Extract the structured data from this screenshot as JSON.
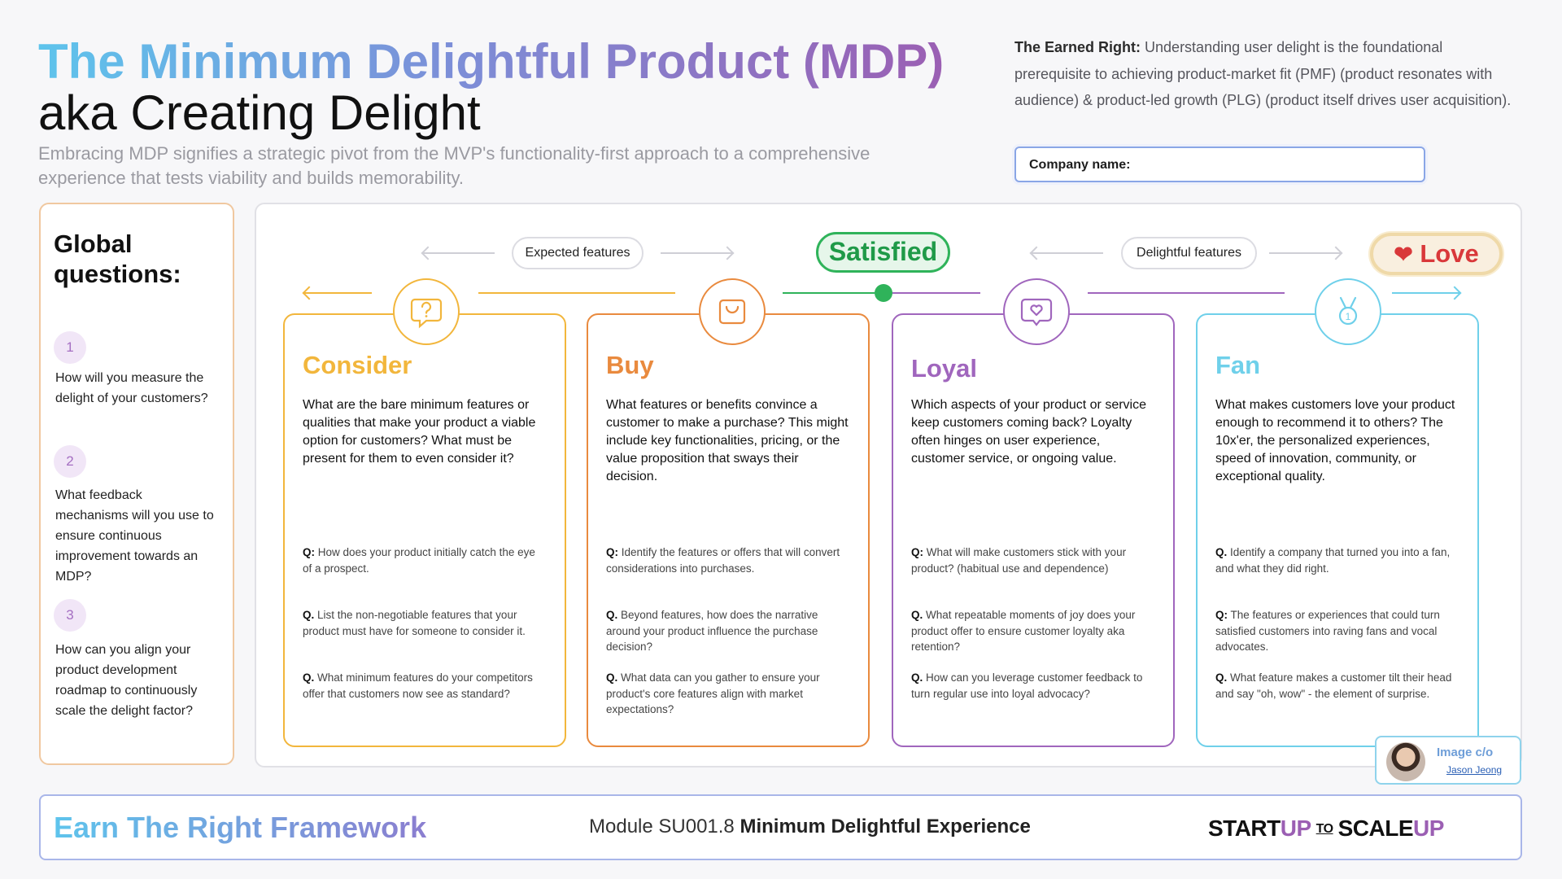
{
  "header": {
    "title": "The Minimum Delightful Product (MDP)",
    "subtitle": "aka Creating Delight",
    "intro": "Embracing MDP signifies a strategic pivot from the MVP's functionality-first approach to a comprehensive experience that tests viability and builds memorability."
  },
  "earned_right": {
    "label": "The Earned Right:",
    "text": "Understanding user delight is the foundational prerequisite to achieving product-market fit (PMF) (product resonates with audience) & product-led growth (PLG) (product itself drives user acquisition)."
  },
  "company_field": {
    "label": "Company name:"
  },
  "global": {
    "heading": "Global questions:",
    "questions": [
      {
        "num": "1",
        "text": "How will you measure the delight of your customers?"
      },
      {
        "num": "2",
        "text": "What feedback mechanisms will you use to ensure continuous improvement towards an MDP?"
      },
      {
        "num": "3",
        "text": "How can you align your product development roadmap to continuously scale the delight factor?"
      }
    ]
  },
  "flow": {
    "expected": "Expected features",
    "satisfied": "Satisfied",
    "delightful": "Delightful features",
    "love": "Love",
    "love_icon": "heart-icon"
  },
  "colors": {
    "consider": "#f2b63c",
    "buy": "#e98a3e",
    "loyal": "#a066bd",
    "fan": "#6fd0ea",
    "satisfied": "#2fb35a"
  },
  "stages": [
    {
      "title": "Consider",
      "icon": "question-bubble-icon",
      "desc": "What are the bare minimum features or qualities that make your product a viable option for customers? What must be present for them to even consider it?",
      "questions": [
        {
          "prefix": "Q:",
          "text": "How does your product initially catch the eye of a prospect."
        },
        {
          "prefix": "Q.",
          "text": "List the non-negotiable features that your product must have for someone to consider it."
        },
        {
          "prefix": "Q.",
          "text": "What minimum features do your competitors offer that customers now see as standard?"
        }
      ]
    },
    {
      "title": "Buy",
      "icon": "shopping-bag-icon",
      "desc": "What features or benefits convince a customer to make a purchase? This might include key functionalities, pricing, or the value proposition that sways their decision.",
      "questions": [
        {
          "prefix": "Q:",
          "text": "Identify the features or offers that will convert considerations into purchases."
        },
        {
          "prefix": "Q.",
          "text": "Beyond features, how does the narrative around your product influence the purchase decision?"
        },
        {
          "prefix": "Q.",
          "text": "What data can you gather to ensure your product's core features align with market expectations?"
        }
      ]
    },
    {
      "title": "Loyal",
      "icon": "heart-bubble-icon",
      "desc": "Which aspects of your product or service keep customers coming back? Loyalty often hinges on user experience, customer service, or ongoing value.",
      "questions": [
        {
          "prefix": "Q:",
          "text": "What will make customers stick with your product? (habitual use and dependence)"
        },
        {
          "prefix": "Q.",
          "text": "What repeatable moments of joy does your product offer to ensure customer loyalty aka retention?"
        },
        {
          "prefix": "Q.",
          "text": "How can you leverage customer feedback to turn regular use into loyal advocacy?"
        }
      ]
    },
    {
      "title": "Fan",
      "icon": "medal-icon",
      "desc": "What makes customers love your product enough to recommend it to others? The 10x'er, the personalized experiences, speed of innovation, community, or exceptional quality.",
      "questions": [
        {
          "prefix": "Q.",
          "text": "Identify a company that turned you into a fan, and what they did right."
        },
        {
          "prefix": "Q:",
          "text": "The features or experiences that could turn satisfied customers into raving fans and vocal advocates."
        },
        {
          "prefix": "Q.",
          "text": "What feature makes a customer tilt their head and say \"oh, wow\" - the element of surprise."
        }
      ]
    }
  ],
  "credit": {
    "label": "Image c/o",
    "name": "Jason Jeong"
  },
  "footer": {
    "title": "Earn The Right Framework",
    "module_code": "Module SU001.8",
    "module_name": "Minimum Delightful Experience",
    "brand_start": "START",
    "brand_up": "UP",
    "brand_to": "TO",
    "brand_scale": "SCALE",
    "brand_up2": "UP"
  }
}
